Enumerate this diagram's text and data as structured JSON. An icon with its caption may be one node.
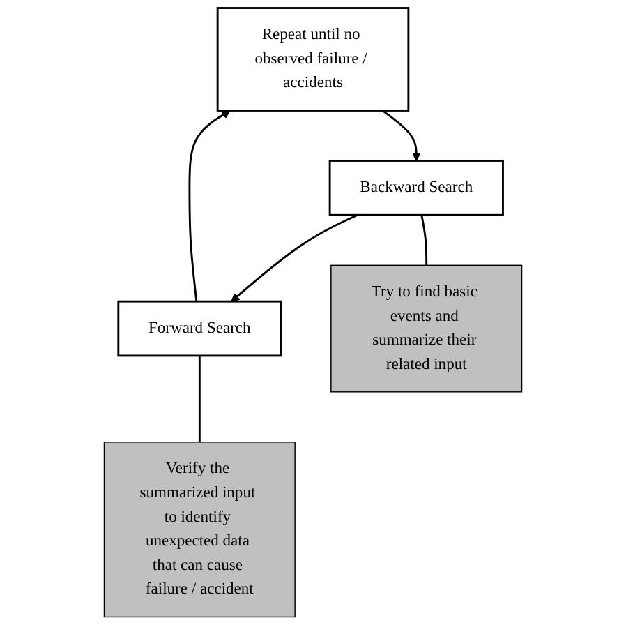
{
  "diagram": {
    "nodes": [
      {
        "text": [
          "Repeat until no observed failure / accidents"
        ]
      },
      {
        "text": [
          "Backward Search"
        ]
      },
      {
        "text": [
          "Forward Search"
        ]
      },
      {
        "text": [
          "Try to find basic events and summarize their related input"
        ]
      },
      {
        "text": [
          "Verify the summarized input to identify unexpected data that can cause failure / accident"
        ]
      }
    ],
    "edges": [
      {
        "from": 0,
        "to": 1,
        "arrow": "to"
      },
      {
        "from": 1,
        "to": 2,
        "arrow": "to"
      },
      {
        "from": 2,
        "to": 0,
        "arrow": "to"
      },
      {
        "from": 1,
        "to": 3,
        "arrow": "none"
      },
      {
        "from": 2,
        "to": 4,
        "arrow": "none"
      }
    ]
  }
}
